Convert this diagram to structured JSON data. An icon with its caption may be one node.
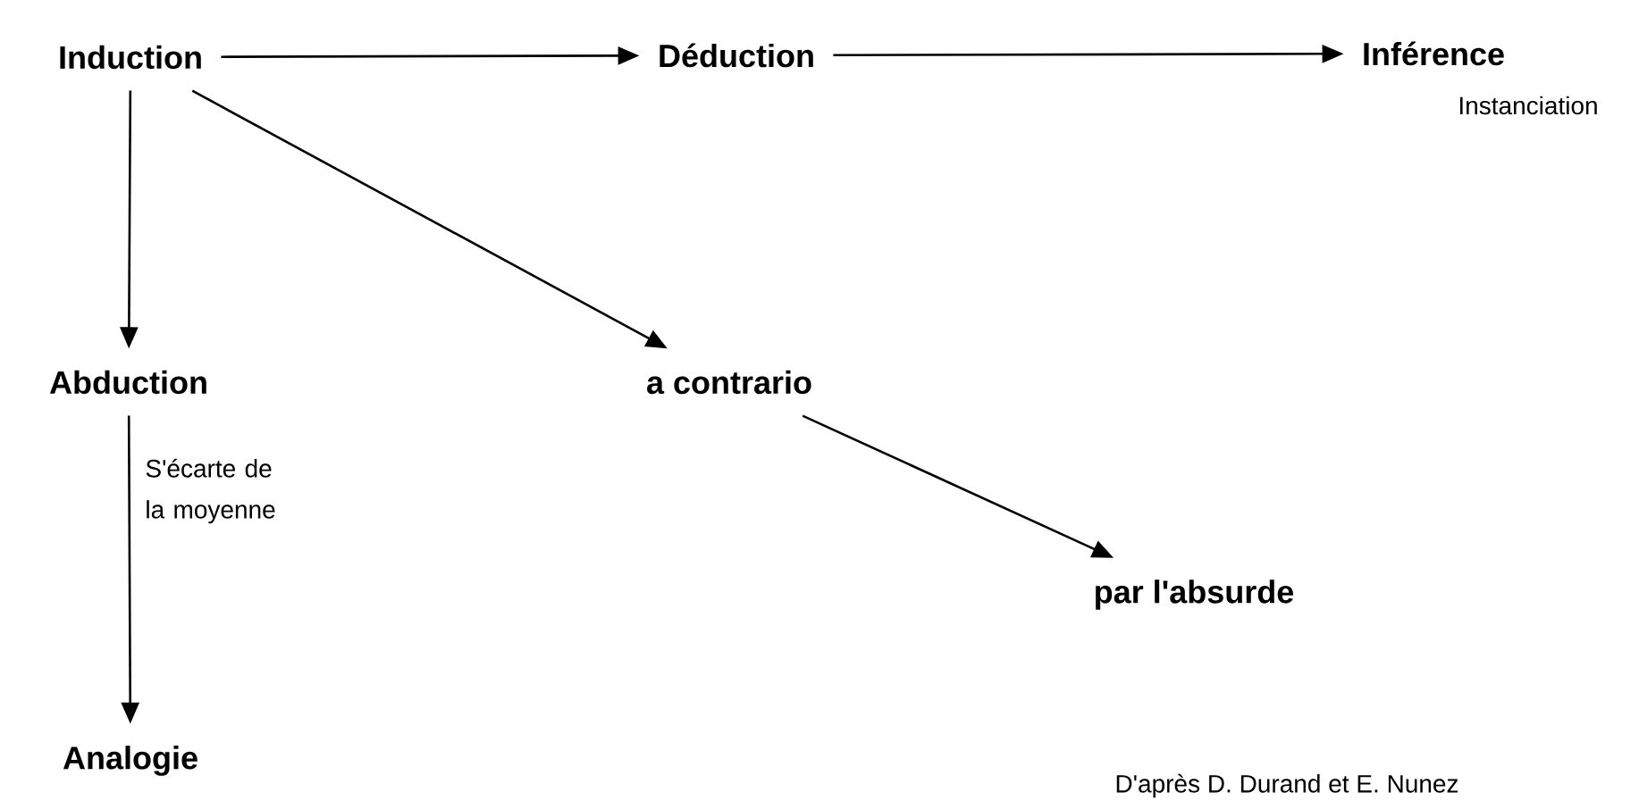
{
  "diagram": {
    "nodes": [
      {
        "text": [
          "Induction"
        ]
      },
      {
        "text": [
          "Déduction"
        ]
      },
      {
        "text": [
          "Inférence"
        ],
        "beside": [
          "Instanciation"
        ]
      },
      {
        "text": [
          "Abduction"
        ]
      },
      {
        "text": [
          "a contrario"
        ]
      },
      {
        "text": [
          "par l'absurde"
        ]
      },
      {
        "text": [
          "Analogie"
        ]
      }
    ],
    "edges": [
      {
        "from": 0,
        "to": 1,
        "arrow": "to"
      },
      {
        "from": 1,
        "to": 2,
        "arrow": "to"
      },
      {
        "from": 0,
        "to": 3,
        "arrow": "to"
      },
      {
        "from": 0,
        "to": 4,
        "arrow": "to"
      },
      {
        "from": 3,
        "to": 6,
        "arrow": "to",
        "label": "S'écarte de la moyenne"
      },
      {
        "from": 4,
        "to": 5,
        "arrow": "to"
      }
    ],
    "labels": [
      "D'après D. Durand et E. Nunez"
    ]
  }
}
